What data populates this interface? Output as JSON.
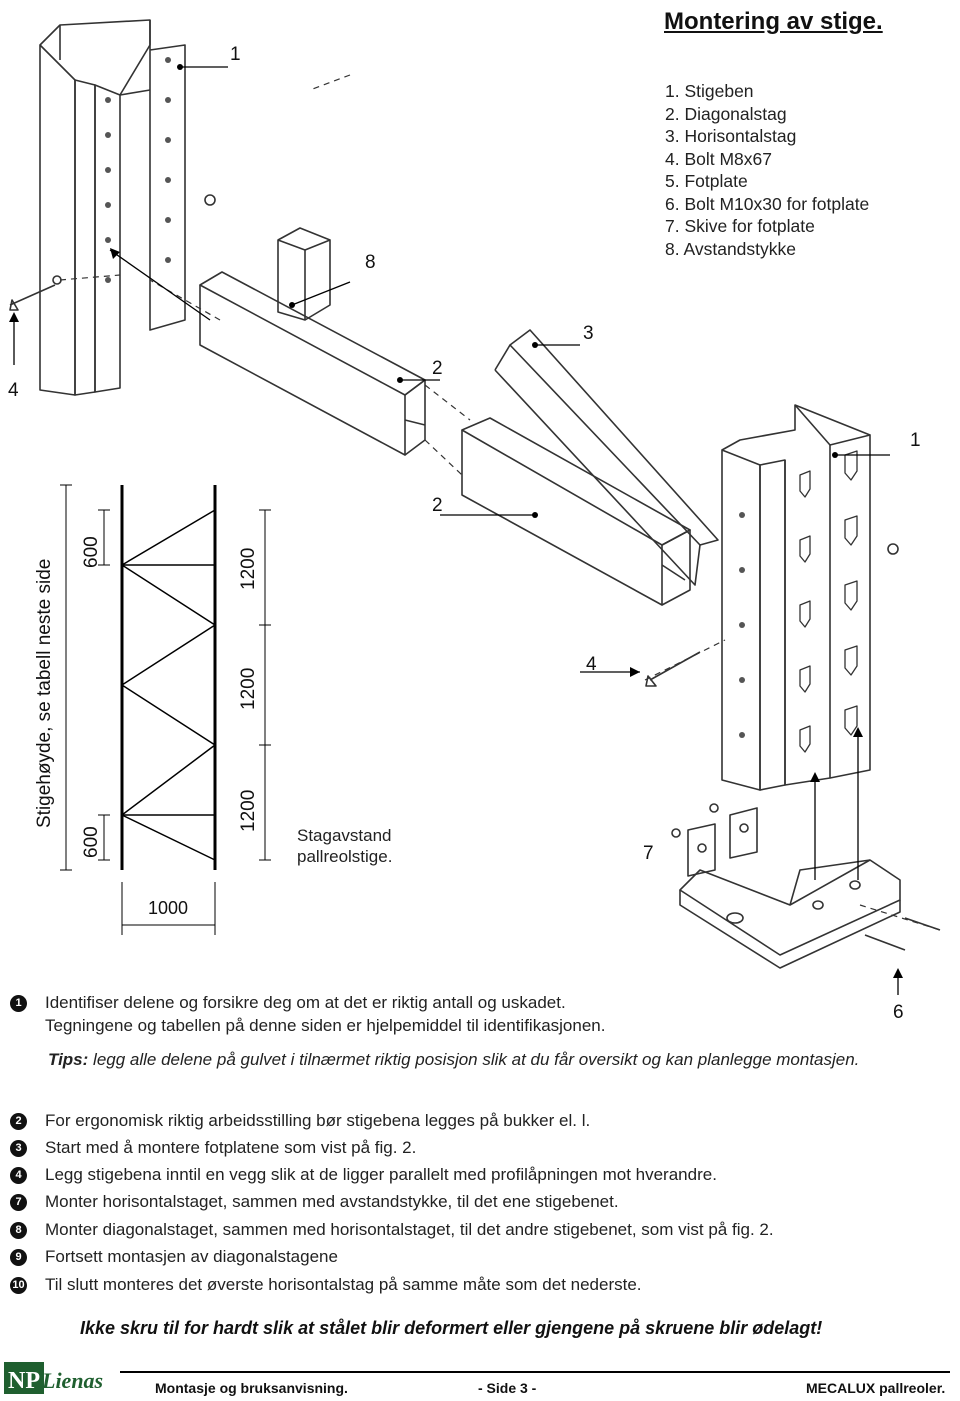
{
  "title": "Montering av stige.",
  "parts": [
    "1. Stigeben",
    "2. Diagonalstag",
    "3. Horisontalstag",
    "4. Bolt M8x67",
    "5. Fotplate",
    "6. Bolt M10x30 for fotplate",
    "7. Skive for fotplate",
    "8. Avstandstykke"
  ],
  "callouts": {
    "c1_top": "1",
    "c8": "8",
    "c4_left": "4",
    "c3": "3",
    "c2_upper": "2",
    "c1_right": "1",
    "c2_lower": "2",
    "c4_right": "4",
    "c7": "7",
    "c6": "6"
  },
  "frame": {
    "side_label": "Stigehøyde, se tabell neste side",
    "dim_600_top": "600",
    "dim_600_bottom": "600",
    "dim_1200_a": "1200",
    "dim_1200_b": "1200",
    "dim_1200_c": "1200",
    "dim_1000": "1000",
    "stag_line1": "Stagavstand",
    "stag_line2": "pallreolstige."
  },
  "steps": [
    {
      "num": "1",
      "text": "Identifiser delene og forsikre deg om at det er riktig antall og uskadet."
    },
    {
      "num": "",
      "text": "Tegningene og tabellen på denne siden er hjelpemiddel til identifikasjonen."
    },
    {
      "num": "2",
      "text": "For ergonomisk riktig arbeidsstilling bør stigebena legges på bukker el. l."
    },
    {
      "num": "3",
      "text": "Start med å montere fotplatene som vist på fig. 2."
    },
    {
      "num": "4",
      "text": "Legg stigebena inntil en vegg slik at de ligger parallelt med profilåpningen mot hverandre."
    },
    {
      "num": "7",
      "text": "Monter horisontalstaget, sammen med avstandstykke, til det ene stigebenet."
    },
    {
      "num": "8",
      "text": "Monter diagonalstaget, sammen med horisontalstaget, til det andre stigebenet, som vist på fig. 2."
    },
    {
      "num": "9",
      "text": "Fortsett montasjen av diagonalstagene"
    },
    {
      "num": "10",
      "text": "Til slutt monteres det øverste horisontalstag på samme måte som det nederste."
    }
  ],
  "tip": {
    "label": "Tips:",
    "text": " legg alle delene på gulvet i tilnærmet riktig posisjon slik at du får oversikt og kan planlegge montasjen."
  },
  "warning": "Ikke skru til for hardt slik at stålet blir deformert eller gjengene på skruene blir ødelagt!",
  "logo_text": "NP Lienas",
  "footer": {
    "left": "Montasje og bruksanvisning.",
    "center": "- Side 3 -",
    "right": "MECALUX pallreoler."
  }
}
